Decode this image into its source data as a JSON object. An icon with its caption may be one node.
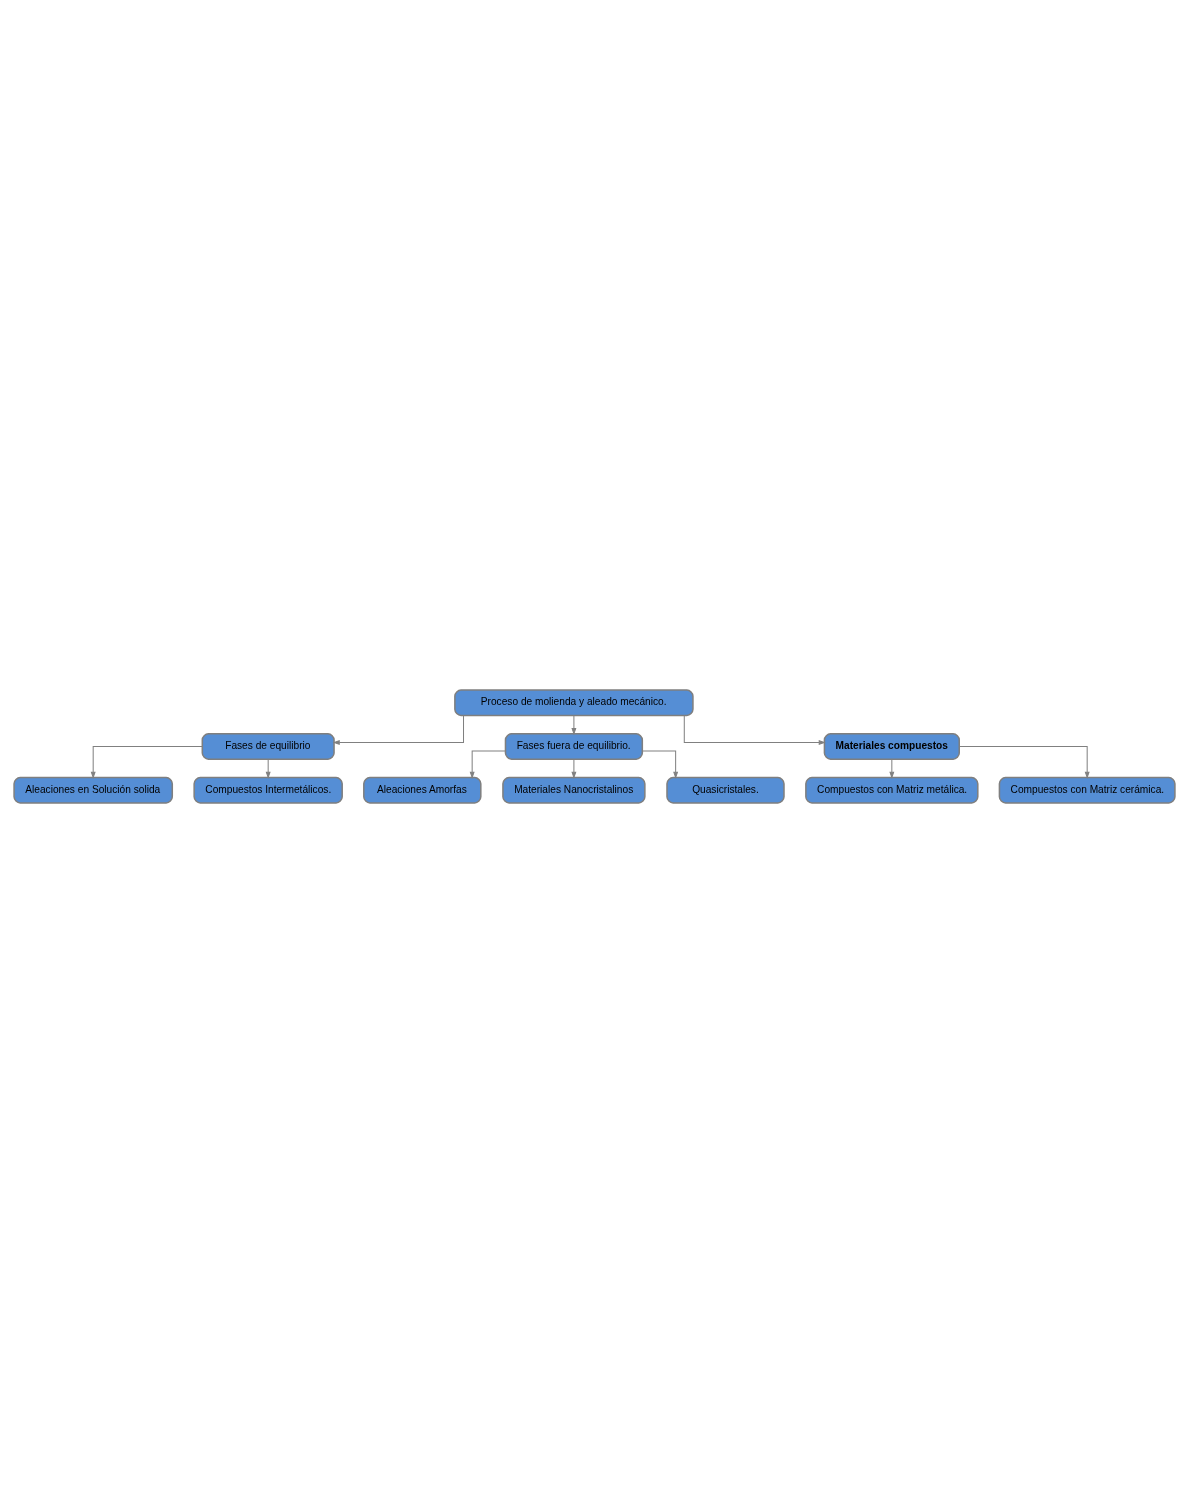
{
  "diagram": {
    "nodes": [
      {
        "text": [
          "Proceso de molienda y aleado mecánico."
        ]
      },
      {
        "text": [
          "Fases de equilibrio"
        ]
      },
      {
        "text": [
          "Aleaciones en Solución solida"
        ]
      },
      {
        "text": [
          "Compuestos Intermetálicos."
        ]
      },
      {
        "text": [
          "Fases fuera de equilibrio."
        ]
      },
      {
        "text": [
          "Aleaciones Amorfas"
        ]
      },
      {
        "text": [
          "Materiales Nanocristalinos"
        ]
      },
      {
        "text": [
          "Quasicristales."
        ]
      },
      {
        "text": [
          "Materiales compuestos"
        ]
      },
      {
        "text": [
          "Compuestos con Matriz metálica."
        ]
      },
      {
        "text": [
          "Compuestos con Matriz cerámica."
        ]
      }
    ],
    "edges": [
      {
        "from": 0,
        "to": 1,
        "arrow": "to"
      },
      {
        "from": 0,
        "to": 4,
        "arrow": "to"
      },
      {
        "from": 0,
        "to": 8,
        "arrow": "to"
      },
      {
        "from": 1,
        "to": 2,
        "arrow": "to"
      },
      {
        "from": 1,
        "to": 3,
        "arrow": "to"
      },
      {
        "from": 4,
        "to": 5,
        "arrow": "to"
      },
      {
        "from": 4,
        "to": 6,
        "arrow": "to"
      },
      {
        "from": 4,
        "to": 7,
        "arrow": "to"
      },
      {
        "from": 8,
        "to": 9,
        "arrow": "to"
      },
      {
        "from": 8,
        "to": 10,
        "arrow": "to"
      }
    ]
  }
}
